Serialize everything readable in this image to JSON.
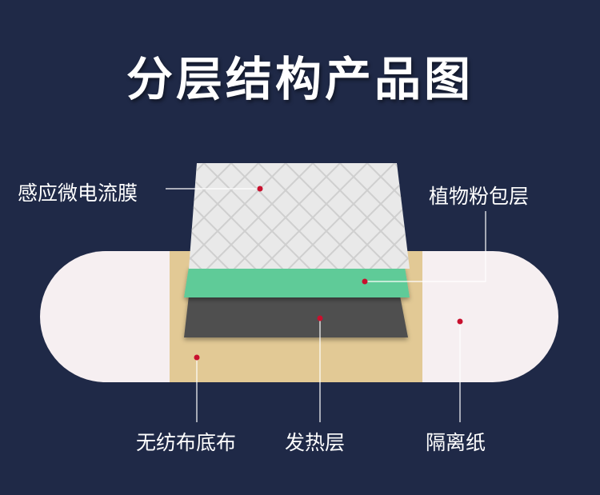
{
  "title": "分层结构产品图",
  "labels": {
    "film": "感应微电流膜",
    "wrap": "植物粉包层",
    "base": "无纺布底布",
    "heat": "发热层",
    "release": "隔离纸"
  },
  "colors": {
    "background": "#1f2947",
    "release_paper": "#f6eff1",
    "fabric_base": "#e2c995",
    "green_layer": "#5fcb98",
    "heat_layer": "#505050",
    "film_layer": "#e9e9e9",
    "dot": "#c8102e"
  }
}
